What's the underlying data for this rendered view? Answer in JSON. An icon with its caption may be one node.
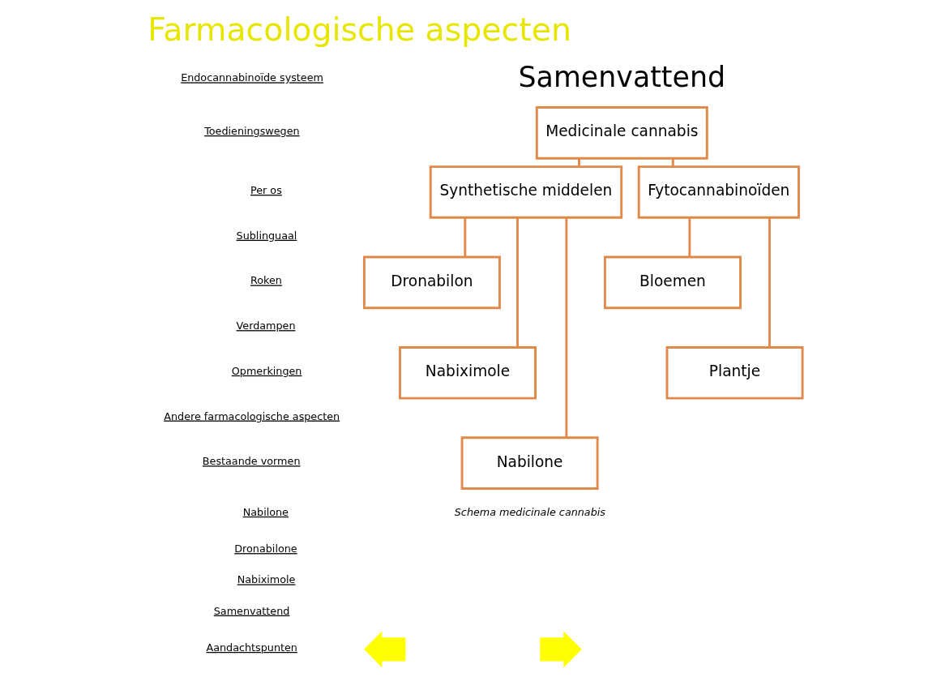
{
  "diagram": {
    "title": "Farmacologische aspecten",
    "caption": "Schema medicinale cannabis",
    "nodes": [
      {
        "text": [
          "Medicinale cannabis"
        ]
      },
      {
        "text": [
          "Synthetische middelen"
        ]
      },
      {
        "text": [
          "Fytocannabinoïden"
        ]
      },
      {
        "text": [
          "Dronabilon"
        ]
      },
      {
        "text": [
          "Bloemen"
        ]
      },
      {
        "text": [
          "Nabiximole"
        ]
      },
      {
        "text": [
          "Plantje"
        ]
      },
      {
        "text": [
          "Nabilone"
        ]
      },
      {
        "text": [],
        "shape": "arrow"
      },
      {
        "text": [],
        "shape": "arrow"
      }
    ],
    "edges": [
      {
        "from": 0,
        "to": 1,
        "arrow": "none"
      },
      {
        "from": 0,
        "to": 2,
        "arrow": "none"
      },
      {
        "from": 1,
        "to": 3,
        "arrow": "none"
      },
      {
        "from": 1,
        "to": 5,
        "arrow": "none"
      },
      {
        "from": 1,
        "to": 7,
        "arrow": "none"
      },
      {
        "from": 2,
        "to": 4,
        "arrow": "none"
      },
      {
        "from": 2,
        "to": 6,
        "arrow": "none"
      }
    ],
    "labels": [
      "Endocannabinoïde systeem",
      "Toedieningswegen",
      "Per os",
      "Sublinguaal",
      "Roken",
      "Verdampen",
      "Opmerkingen",
      "Andere farmacologische aspecten",
      "Bestaande vormen",
      "Nabilone",
      "Dronabilone",
      "Nabiximole",
      "Samenvattend",
      "Aandachtspunten",
      "Samenvattend"
    ]
  }
}
